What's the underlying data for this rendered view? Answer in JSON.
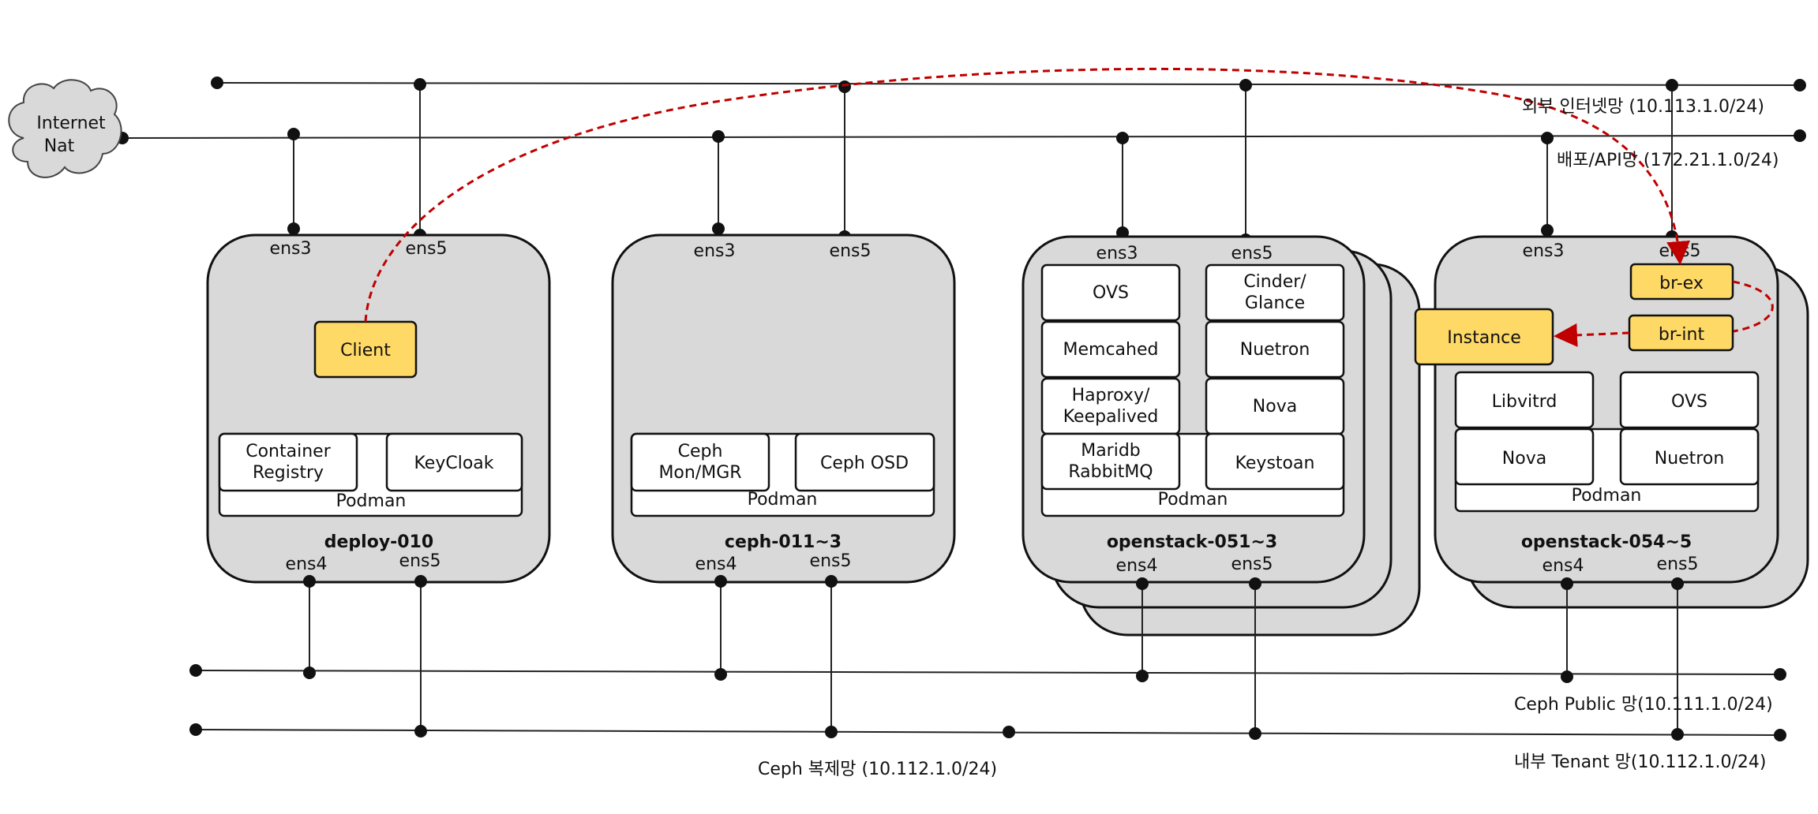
{
  "internet": {
    "line1": "Internet",
    "line2": "Nat"
  },
  "networks": {
    "external": "외부 인터넷망 (10.113.1.0/24)",
    "deploy_api": "배포/API망 (172.21.1.0/24)",
    "ceph_public": "Ceph Public 망(10.111.1.0/24)",
    "ceph_replication": "Ceph 복제망 (10.112.1.0/24)",
    "tenant": "내부 Tenant 망(10.112.1.0/24)"
  },
  "hosts": {
    "deploy": {
      "name": "deploy-010",
      "ens3": "ens3",
      "ens5_top": "ens5",
      "ens4": "ens4",
      "ens5_bottom": "ens5",
      "client": "Client",
      "registry_l1": "Container",
      "registry_l2": "Registry",
      "keycloak": "KeyCloak",
      "podman": "Podman"
    },
    "ceph": {
      "name": "ceph-011~3",
      "ens3": "ens3",
      "ens5_top": "ens5",
      "ens4": "ens4",
      "ens5_bottom": "ens5",
      "mon_l1": "Ceph",
      "mon_l2": "Mon/MGR",
      "osd": "Ceph OSD",
      "podman": "Podman"
    },
    "controller": {
      "name": "openstack-051~3",
      "ens3": "ens3",
      "ens5_top": "ens5",
      "ens4": "ens4",
      "ens5_bottom": "ens5",
      "ovs": "OVS",
      "cinder_l1": "Cinder/",
      "cinder_l2": "Glance",
      "memcached": "Memcahed",
      "neutron": "Nuetron",
      "haproxy_l1": "Haproxy/",
      "haproxy_l2": "Keepalived",
      "nova": "Nova",
      "mariadb_l1": "Maridb",
      "mariadb_l2": "RabbitMQ",
      "keystone": "Keystoan",
      "podman": "Podman"
    },
    "compute": {
      "name": "openstack-054~5",
      "ens3": "ens3",
      "ens5_top": "ens5",
      "ens4": "ens4",
      "ens5_bottom": "ens5",
      "br_ex": "br-ex",
      "br_int": "br-int",
      "instance": "Instance",
      "libvirtd": "Libvitrd",
      "ovs": "OVS",
      "nova": "Nova",
      "neutron": "Nuetron",
      "podman": "Podman"
    }
  },
  "colors": {
    "host_fill": "#d9d9d9",
    "highlight": "#ffd966",
    "flow": "#c00000",
    "line": "#222222"
  }
}
